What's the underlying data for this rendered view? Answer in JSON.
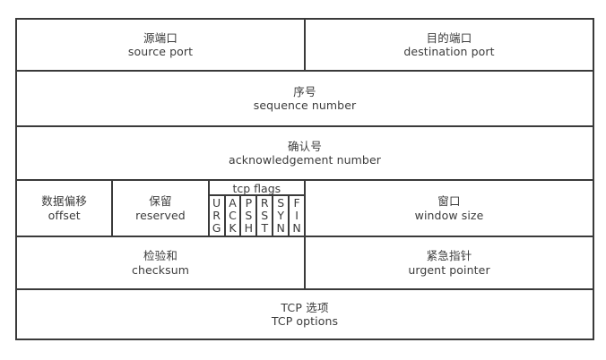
{
  "diagram": {
    "name": "tcp-header-format",
    "colors": {
      "border": "#3a3a3a",
      "text": "#3b3b3b",
      "background": "#ffffff"
    },
    "rows": [
      {
        "id": "ports",
        "cells": [
          {
            "id": "source-port",
            "cn": "源端口",
            "en": "source port"
          },
          {
            "id": "destination-port",
            "cn": "目的端口",
            "en": "destination port"
          }
        ]
      },
      {
        "id": "sequence",
        "cells": [
          {
            "id": "sequence-number",
            "cn": "序号",
            "en": "sequence number"
          }
        ]
      },
      {
        "id": "acknowledgement",
        "cells": [
          {
            "id": "acknowledgement-number",
            "cn": "确认号",
            "en": "acknowledgement number"
          }
        ]
      },
      {
        "id": "offset-flags-window",
        "cells": [
          {
            "id": "data-offset",
            "cn": "数据偏移",
            "en": "offset"
          },
          {
            "id": "reserved",
            "cn": "保留",
            "en": "reserved"
          },
          {
            "id": "tcp-flags",
            "title": "tcp flags",
            "flags": [
              {
                "name": "URG",
                "letters": [
                  "U",
                  "R",
                  "G"
                ]
              },
              {
                "name": "ACK",
                "letters": [
                  "A",
                  "C",
                  "K"
                ]
              },
              {
                "name": "PSH",
                "letters": [
                  "P",
                  "S",
                  "H"
                ]
              },
              {
                "name": "RST",
                "letters": [
                  "R",
                  "S",
                  "T"
                ]
              },
              {
                "name": "SYN",
                "letters": [
                  "S",
                  "Y",
                  "N"
                ]
              },
              {
                "name": "FIN",
                "letters": [
                  "F",
                  "I",
                  "N"
                ]
              }
            ]
          },
          {
            "id": "window-size",
            "cn": "窗口",
            "en": "window size"
          }
        ]
      },
      {
        "id": "checksum-urgent",
        "cells": [
          {
            "id": "checksum",
            "cn": "检验和",
            "en": "checksum"
          },
          {
            "id": "urgent-pointer",
            "cn": "紧急指针",
            "en": "urgent pointer"
          }
        ]
      },
      {
        "id": "options",
        "cells": [
          {
            "id": "tcp-options",
            "cn": "TCP 选项",
            "en": "TCP options"
          }
        ]
      }
    ]
  }
}
